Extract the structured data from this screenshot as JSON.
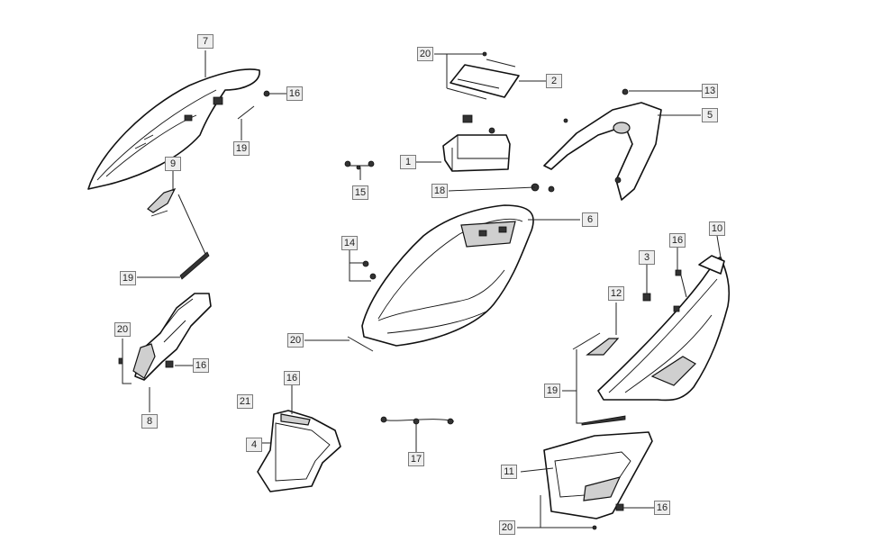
{
  "callouts": {
    "c1": "1",
    "c2": "2",
    "c3": "3",
    "c4": "4",
    "c5": "5",
    "c6": "6",
    "c7": "7",
    "c8": "8",
    "c9": "9",
    "c10": "10",
    "c11": "11",
    "c12": "12",
    "c13": "13",
    "c14": "14",
    "c15": "15",
    "c16a": "16",
    "c16b": "16",
    "c16c": "16",
    "c16d": "16",
    "c16e": "16",
    "c17": "17",
    "c18": "18",
    "c19a": "19",
    "c19b": "19",
    "c19c": "19",
    "c20a": "20",
    "c20b": "20",
    "c20c": "20",
    "c20d": "20",
    "c21": "21"
  },
  "colors": {
    "line": "#111111",
    "callout_bg": "#eeeeee",
    "callout_border": "#7a7a7a"
  }
}
